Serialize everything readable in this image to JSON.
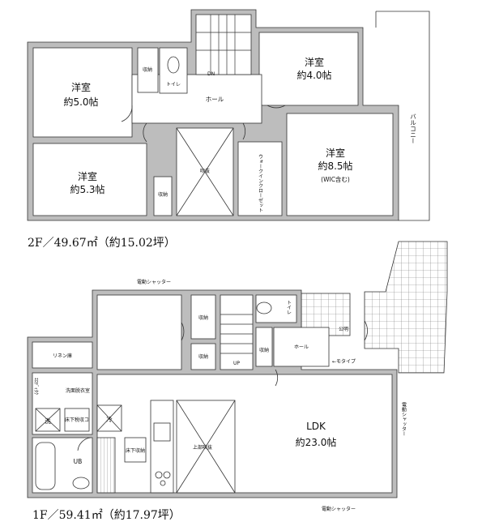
{
  "floor2": {
    "summary": "2F／49.67㎡（約15.02坪）",
    "rooms": {
      "western_a_name": "洋室",
      "western_a_size": "約5.0帖",
      "western_b_name": "洋室",
      "western_b_size": "約5.3帖",
      "western_c_name": "洋室",
      "western_c_size": "約4.0帖",
      "western_d_name": "洋室",
      "western_d_size": "約8.5帖",
      "western_d_note": "(WIC含む)",
      "hall": "ホール",
      "toilet": "トイレ",
      "storage_a": "収納",
      "storage_b": "収納",
      "void": "吹抜",
      "wic": "ウォークインクローゼット",
      "balcony": "バルコニー",
      "stair_mark": "DN"
    }
  },
  "floor1": {
    "summary": "1F／59.41㎡（約17.97坪）",
    "rooms": {
      "ldk_name": "LDK",
      "ldk_size": "約23.0帖",
      "upper_void": "上部吹抜",
      "floor_storage": "床下収納",
      "washroom": "洗面脱衣室",
      "underfloor_storage": "床下税収コ",
      "bath": "UB",
      "linen": "リネン庫",
      "wash_mark": "洗",
      "fridge_mark": "冷",
      "storage_a": "収納",
      "storage_b": "収納",
      "storage_c": "収納",
      "toilet": "トイレ",
      "hall": "ホール",
      "stair_mark": "UP",
      "public_light": "公明",
      "monitor": "←モタイプ",
      "shutter_top": "電動シャッター",
      "shutter_right": "電動シャッター",
      "shutter_bottom": "電動シャッター",
      "washer_side": "ｴﾛﾃﾞｨﾀｸ"
    }
  },
  "colors": {
    "wall": "#bdbdbd",
    "line": "#333333",
    "paper": "#ffffff"
  }
}
